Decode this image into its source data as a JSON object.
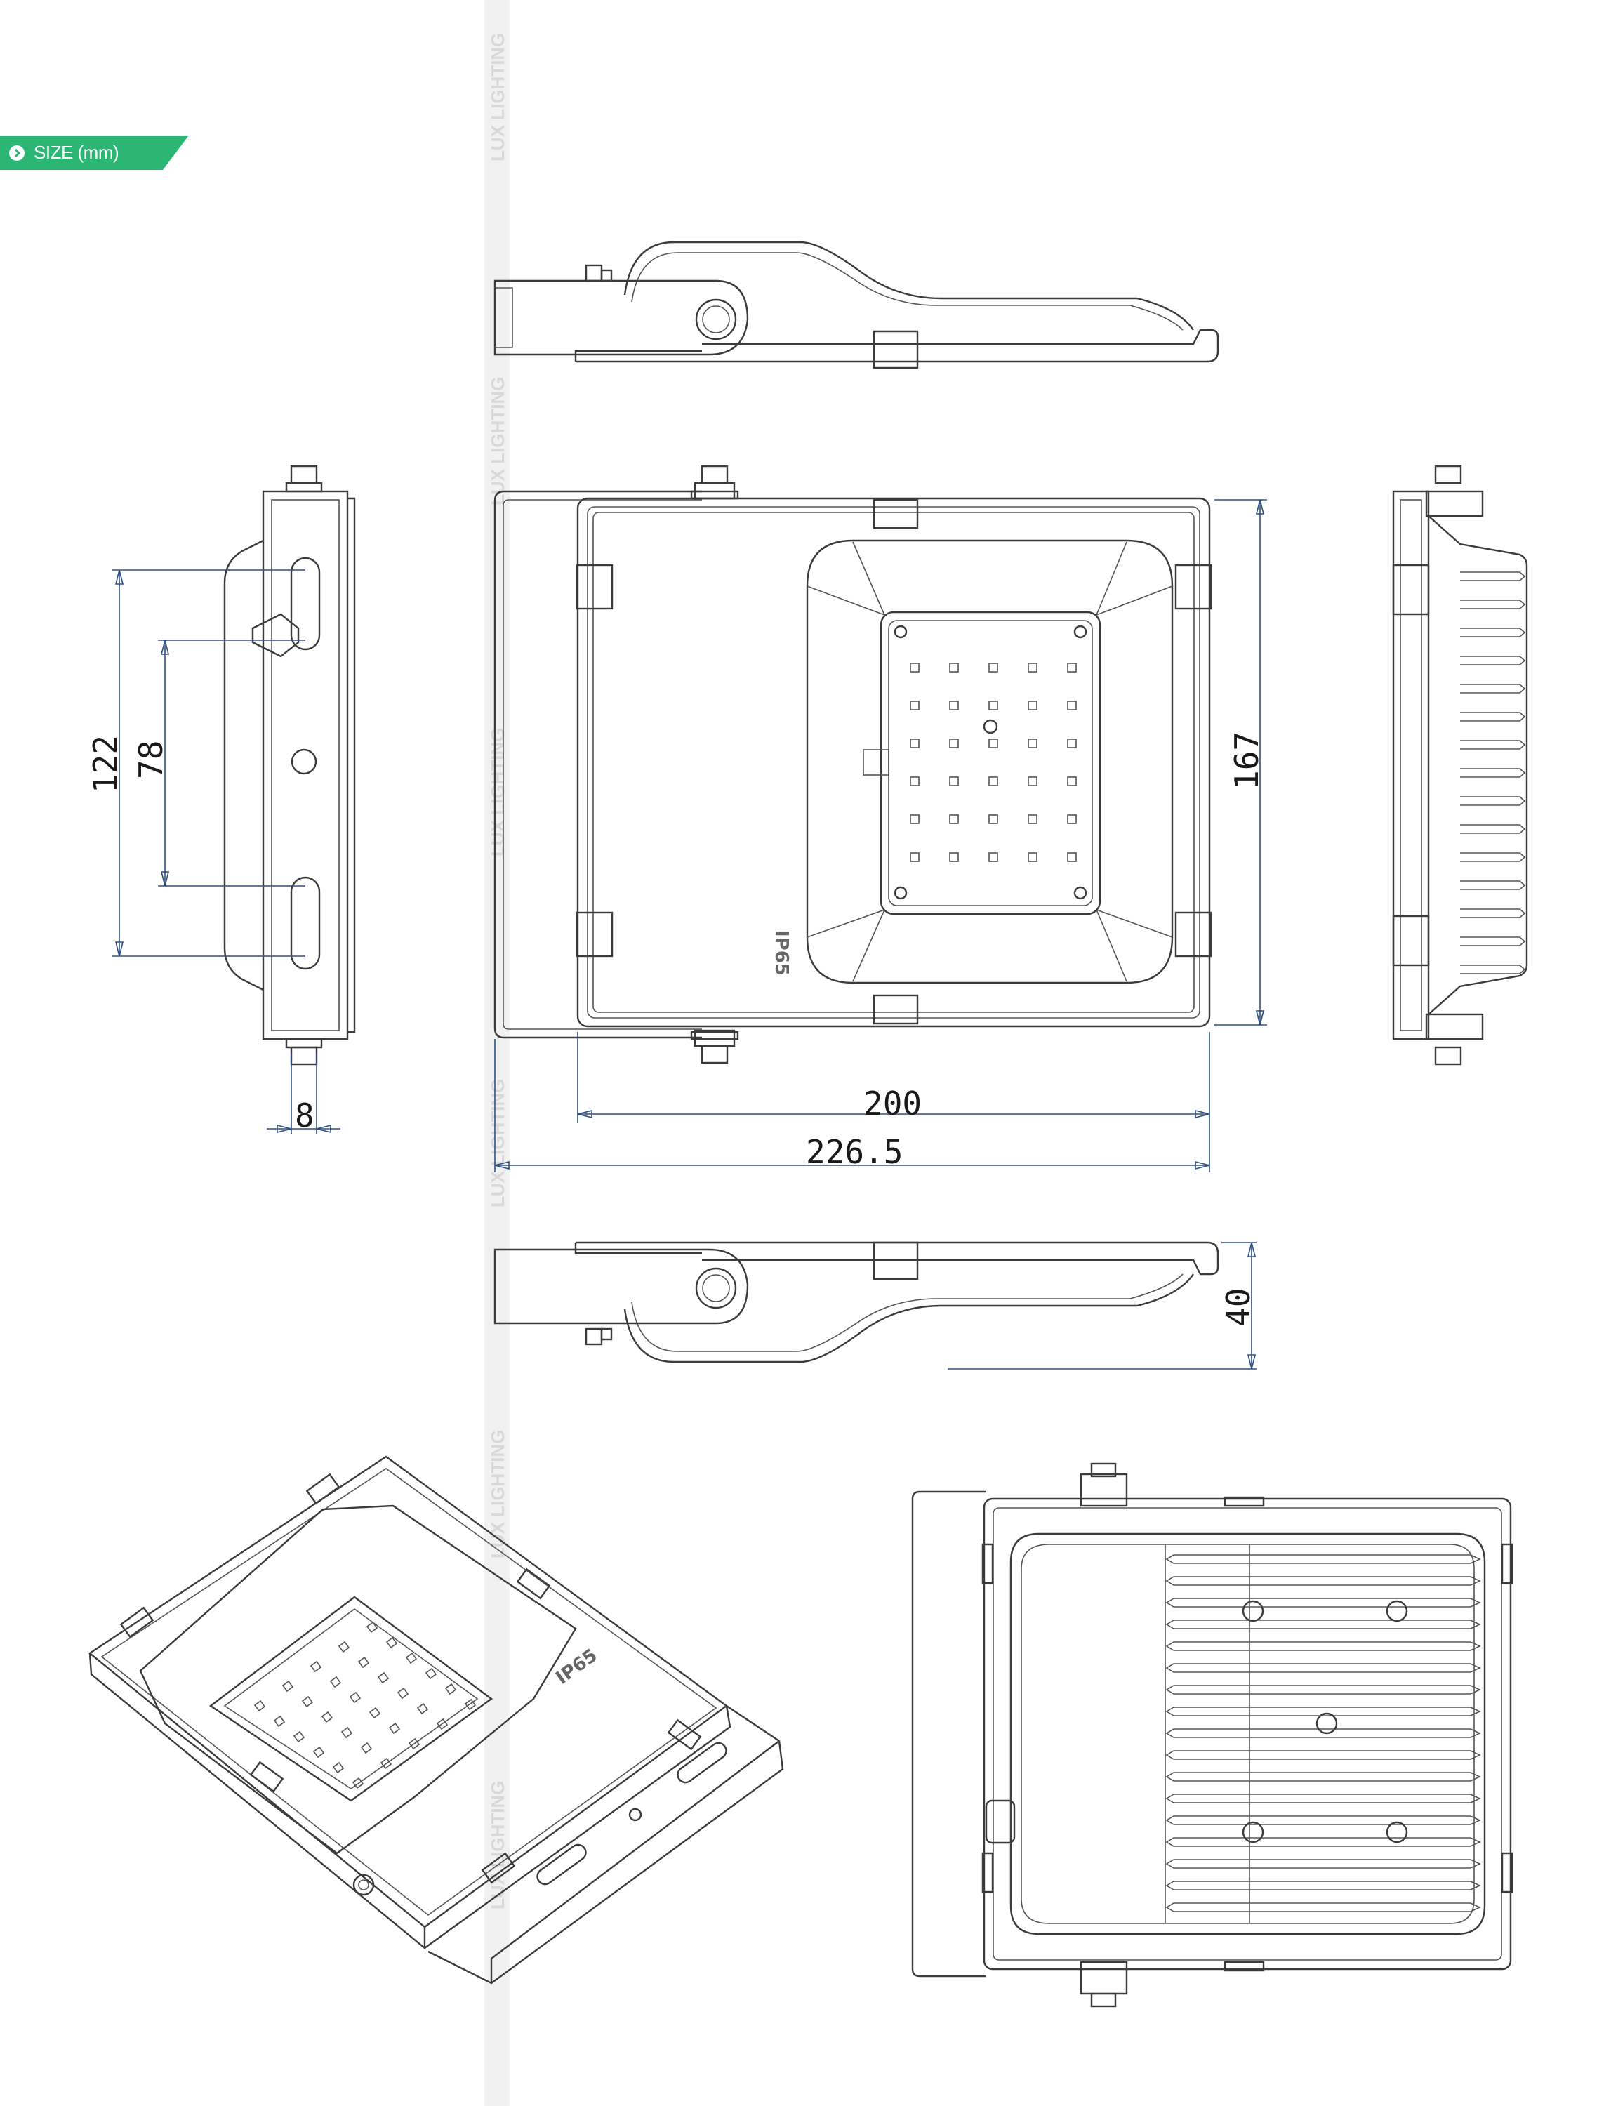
{
  "badge": {
    "label": "SIZE (mm)",
    "color": "#2bb673",
    "icon": "chevron-right-circle-icon"
  },
  "watermark": {
    "text": "LUX LIGHTING"
  },
  "product_label": "IP65",
  "dimensions": {
    "width_body": "200",
    "width_total": "226.5",
    "height": "167",
    "depth": "40",
    "slot_outer": "122",
    "slot_inner": "78",
    "bracket_thickness": "8"
  },
  "colors": {
    "line": "#3b3b3b",
    "dimension": "#2f4f86",
    "watermark_band": "#ececec"
  }
}
